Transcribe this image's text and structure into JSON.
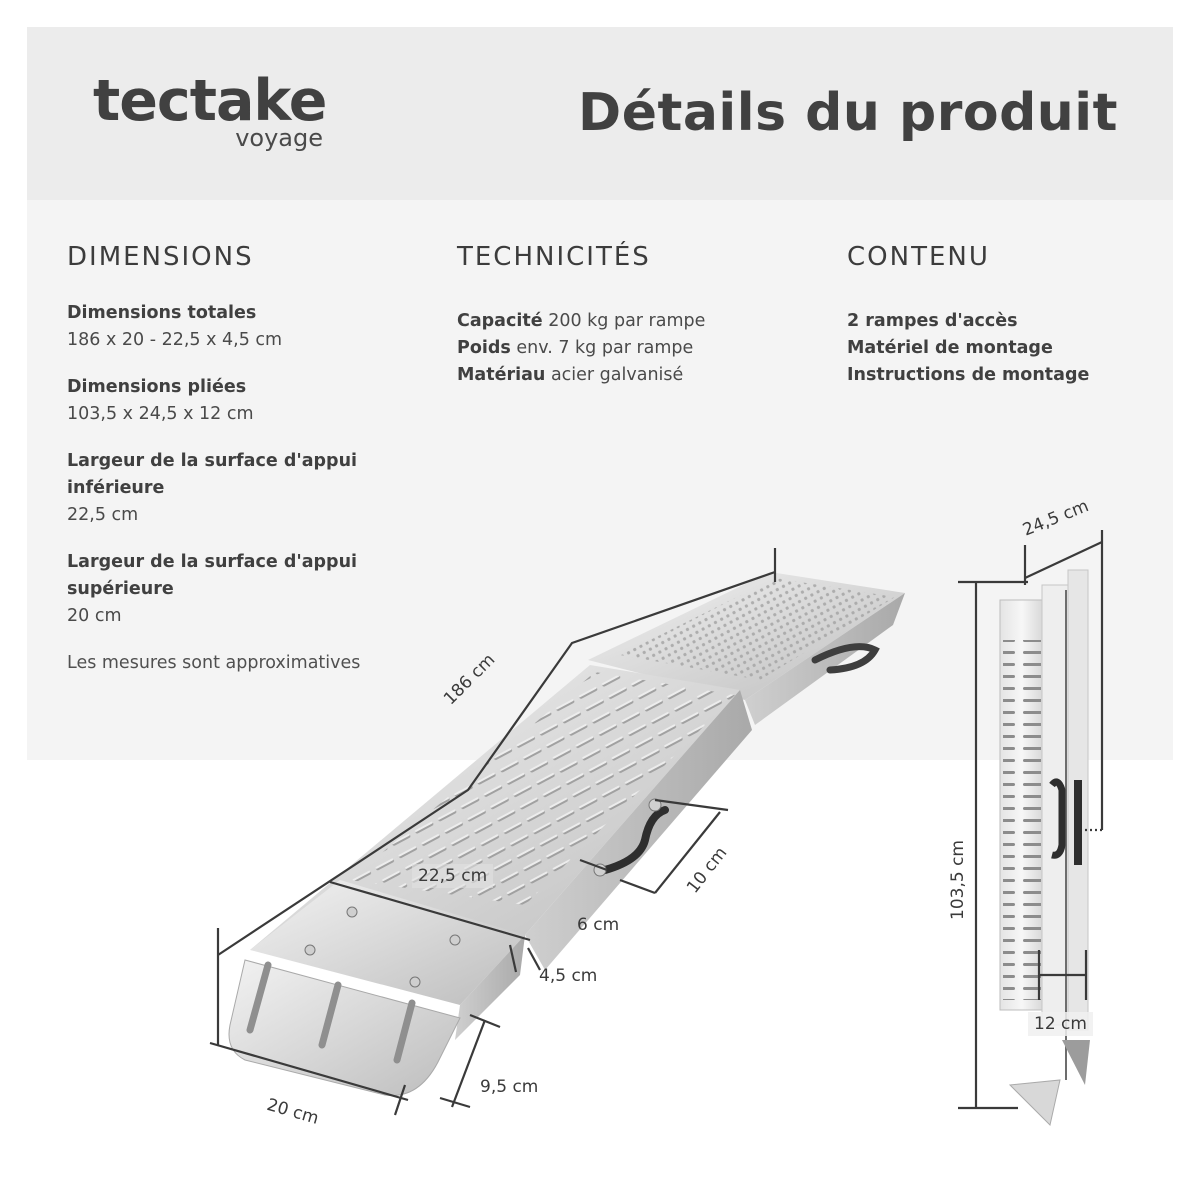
{
  "header": {
    "brand": "tectake",
    "brand_sub": "voyage",
    "title": "Détails du produit"
  },
  "dimensions": {
    "heading": "DIMENSIONS",
    "items": [
      {
        "label": "Dimensions totales",
        "value": "186 x 20 - 22,5 x 4,5 cm"
      },
      {
        "label": "Dimensions pliées",
        "value": "103,5 x 24,5 x 12 cm"
      },
      {
        "label": "Largeur de la surface d'appui inférieure",
        "value": "22,5 cm"
      },
      {
        "label": "Largeur de la surface d'appui supérieure",
        "value": "20 cm"
      }
    ],
    "note": "Les mesures sont approximatives"
  },
  "technicites": {
    "heading": "TECHNICITÉS",
    "items": [
      {
        "label": "Capacité",
        "value": "200 kg par rampe"
      },
      {
        "label": "Poids",
        "value": "env. 7 kg par rampe"
      },
      {
        "label": "Matériau",
        "value": "acier galvanisé"
      }
    ]
  },
  "contenu": {
    "heading": "CONTENU",
    "items": [
      "2 rampes d'accès",
      "Matériel de montage",
      "Instructions de montage"
    ]
  },
  "diagram": {
    "ramp_unfolded": {
      "length": "186 cm",
      "lower_width": "22,5 cm",
      "upper_width": "20 cm",
      "handle_length": "10 cm",
      "handle_offset": "6 cm",
      "height": "4,5 cm",
      "lip_length": "9,5 cm"
    },
    "ramp_folded": {
      "width": "24,5 cm",
      "height": "103,5 cm",
      "depth": "12 cm"
    }
  }
}
